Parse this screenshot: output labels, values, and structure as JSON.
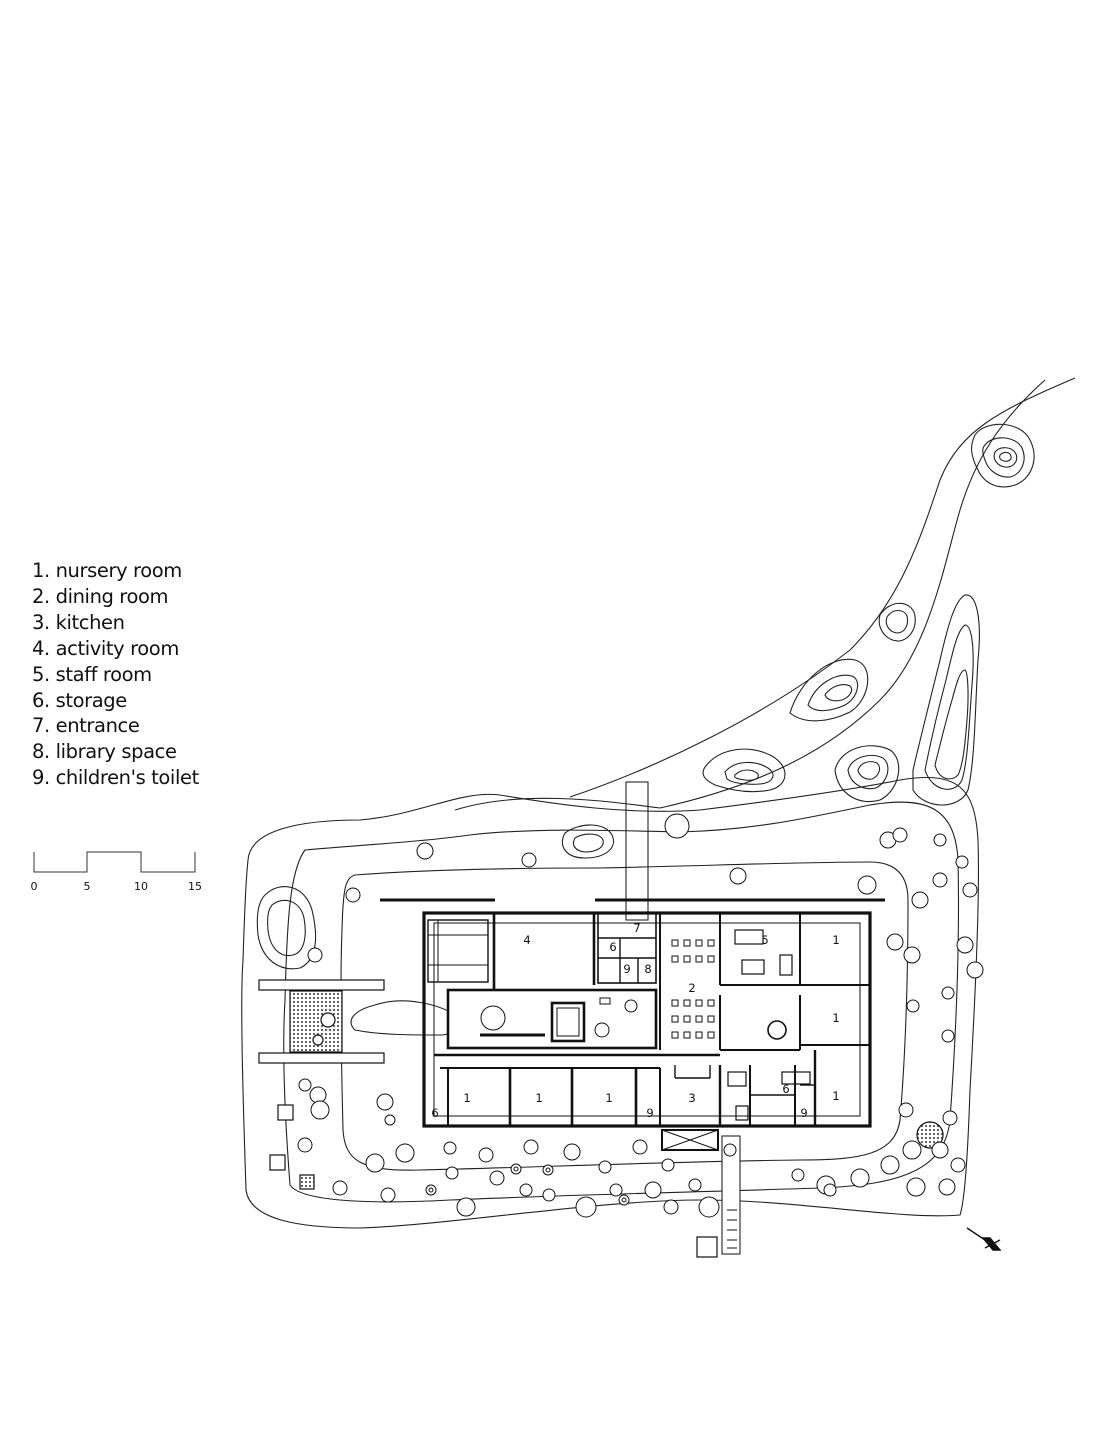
{
  "legend": [
    "1. nursery room",
    "2. dining room",
    "3. kitchen",
    "4. activity room",
    "5. staff room",
    "6. storage",
    "7. entrance",
    "8. library space",
    "9. children's toilet"
  ],
  "scale_bar": {
    "ticks": [
      "0",
      "5",
      "10",
      "15"
    ]
  },
  "room_labels": {
    "activity": "4",
    "entrance": "7",
    "storage_a": "6",
    "toilet_a": "9",
    "library": "8",
    "staff": "5",
    "nursery_ne": "1",
    "dining": "2",
    "nursery_e": "1",
    "nursery_s1": "1",
    "nursery_s2": "1",
    "nursery_s3": "1",
    "storage_b": "6",
    "toilet_b": "9",
    "kitchen": "3",
    "storage_c": "6",
    "toilet_c": "9",
    "nursery_se": "1"
  }
}
